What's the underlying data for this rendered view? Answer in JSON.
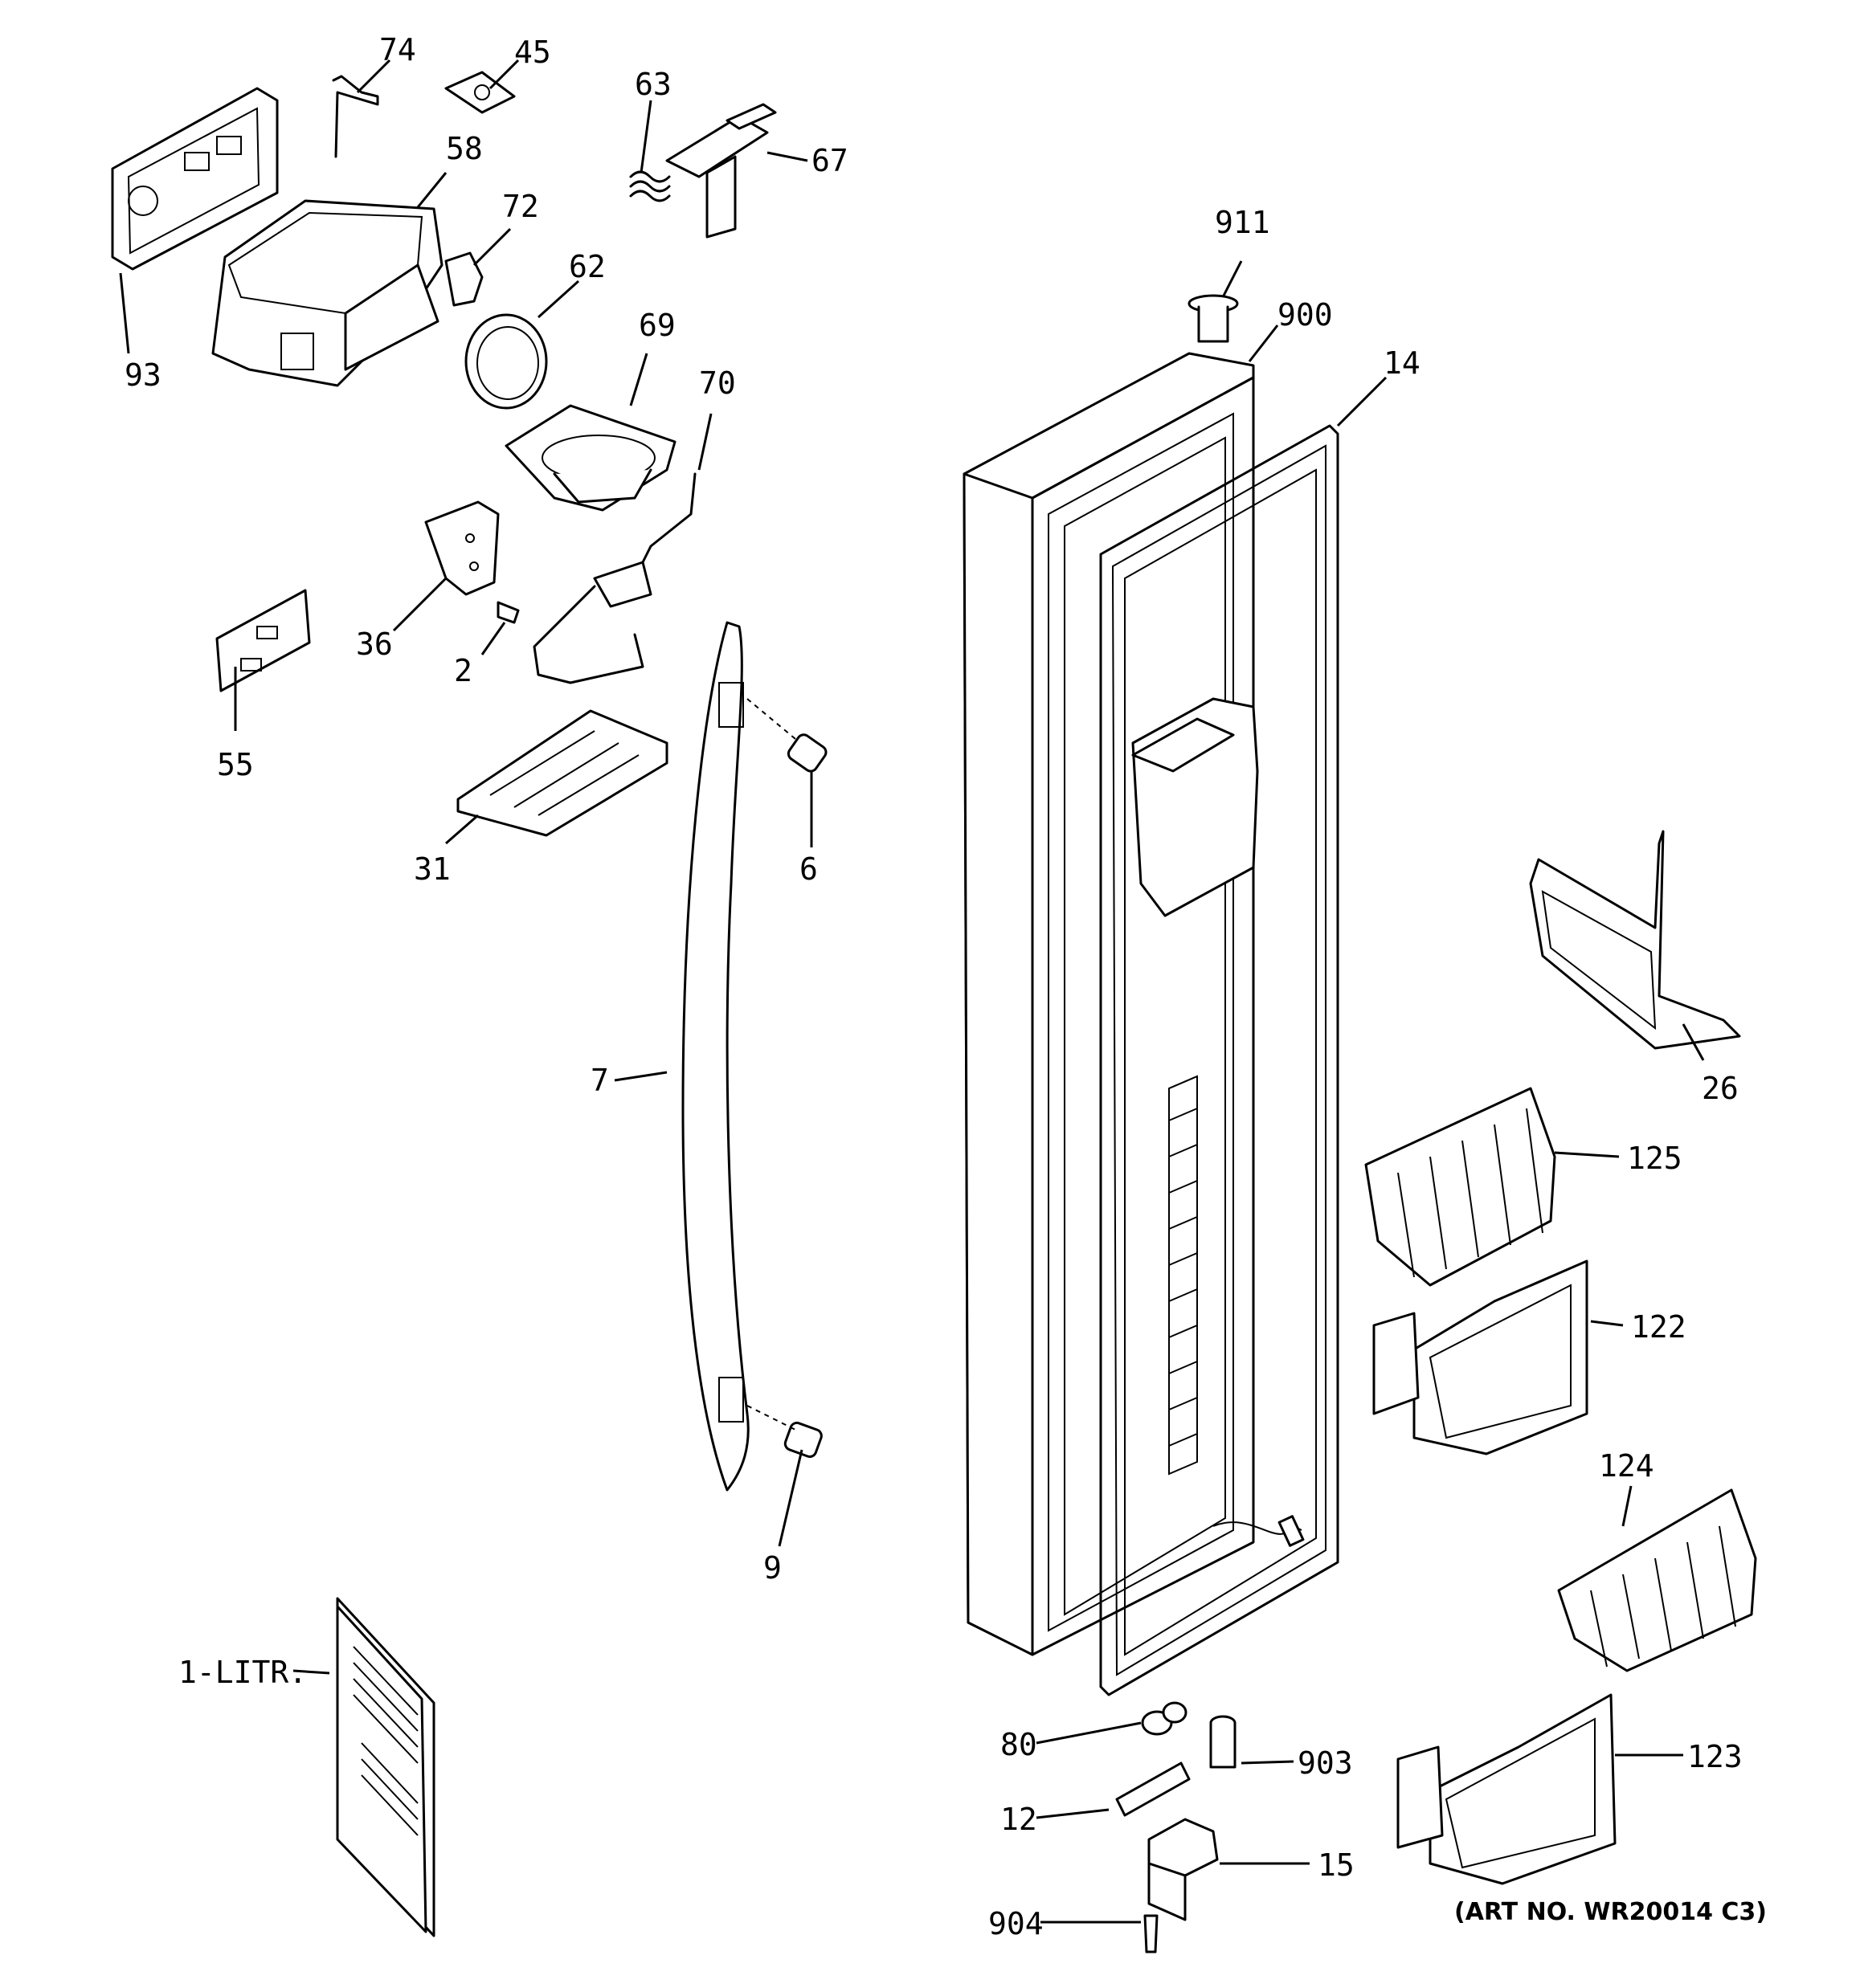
{
  "callouts": {
    "p74": "74",
    "p45": "45",
    "p63": "63",
    "p67": "67",
    "p58": "58",
    "p72": "72",
    "p62": "62",
    "p93": "93",
    "p69": "69",
    "p70": "70",
    "p36": "36",
    "p2": "2",
    "p55": "55",
    "p31": "31",
    "p6": "6",
    "p7": "7",
    "p9": "9",
    "p1": "1-LITR.",
    "p911": "911",
    "p900": "900",
    "p14": "14",
    "p26": "26",
    "p125": "125",
    "p122": "122",
    "p124": "124",
    "p123": "123",
    "p80": "80",
    "p903": "903",
    "p12": "12",
    "p15": "15",
    "p904": "904"
  },
  "art_number": "(ART NO. WR20014 C3)"
}
